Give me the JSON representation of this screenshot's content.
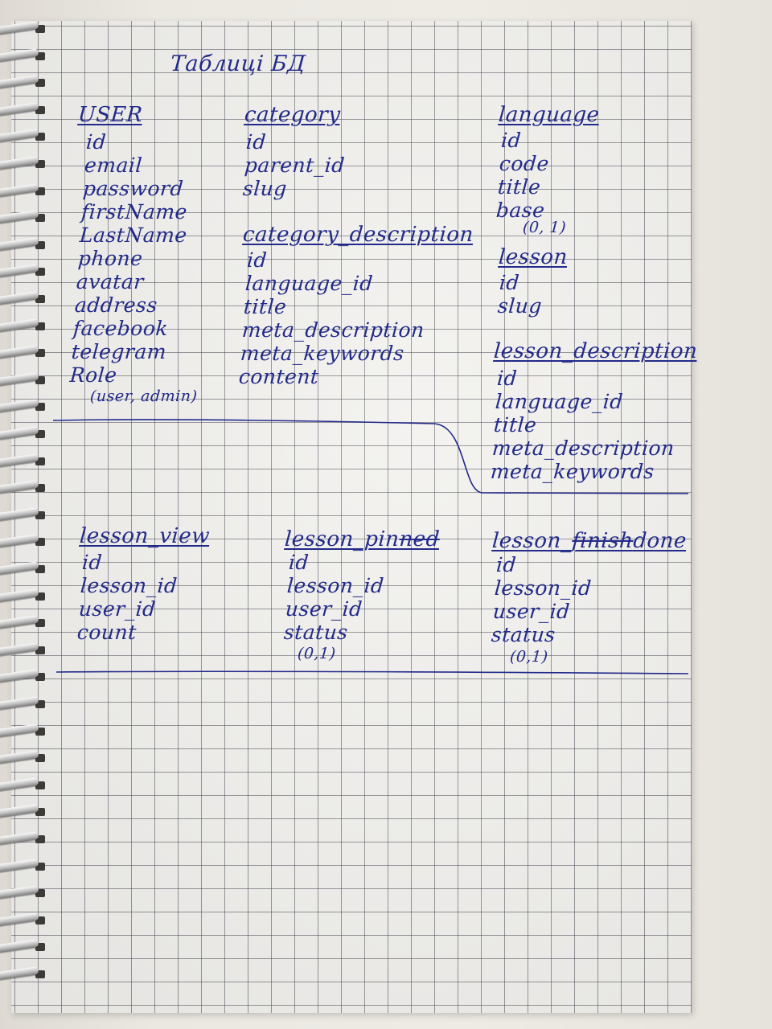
{
  "page": {
    "title": "Таблиці БД"
  },
  "colors": {
    "ink": "#222a8a",
    "paper": "#f3f2ef",
    "grid": "#46464f"
  },
  "tables": {
    "user": {
      "name": "USER",
      "fields": [
        "id",
        "email",
        "password",
        "firstName",
        "LastName",
        "phone",
        "avatar",
        "address",
        "facebook",
        "telegram",
        "Role"
      ],
      "note": "(user, admin)"
    },
    "category": {
      "name": "category",
      "fields": [
        "id",
        "parent_id",
        "slug"
      ]
    },
    "category_description": {
      "name": "category_description",
      "fields": [
        "id",
        "language_id",
        "title",
        "meta_description",
        "meta_keywords",
        "content"
      ]
    },
    "language": {
      "name": "language",
      "fields": [
        "id",
        "code",
        "title",
        "base"
      ],
      "note": "(0, 1)"
    },
    "lesson": {
      "name": "lesson",
      "fields": [
        "id",
        "slug"
      ]
    },
    "lesson_description": {
      "name": "lesson_description",
      "fields": [
        "id",
        "language_id",
        "title",
        "meta_description",
        "meta_keywords"
      ]
    },
    "lesson_view": {
      "name": "lesson_view",
      "fields": [
        "id",
        "lesson_id",
        "user_id",
        "count"
      ]
    },
    "lesson_pin": {
      "name_prefix": "lesson_pin",
      "name_struck": "ned",
      "fields": [
        "id",
        "lesson_id",
        "user_id",
        "status"
      ],
      "note": "(0,1)"
    },
    "lesson_done": {
      "name_prefix": "lesson_",
      "name_struck": "finish",
      "name_suffix": "done",
      "fields": [
        "id",
        "lesson_id",
        "user_id",
        "status"
      ],
      "note": "(0,1)"
    }
  }
}
